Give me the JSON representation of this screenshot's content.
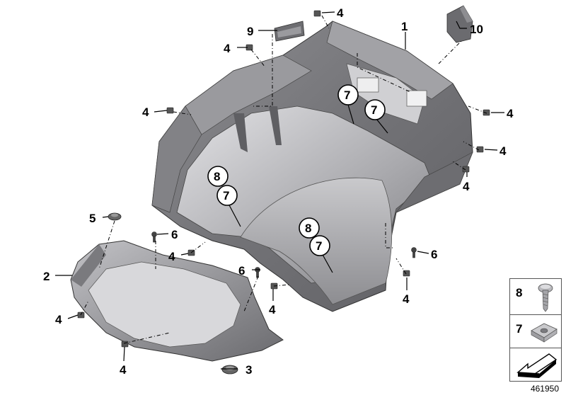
{
  "callouts": {
    "c1": "1",
    "c2": "2",
    "c3": "3",
    "c4a": "4",
    "c4b": "4",
    "c4c": "4",
    "c4d": "4",
    "c4e": "4",
    "c4f": "4",
    "c4g": "4",
    "c4h": "4",
    "c4i": "4",
    "c4j": "4",
    "c4k": "4",
    "c5": "5",
    "c6a": "6",
    "c6b": "6",
    "c6c": "6",
    "c7a": "7",
    "c7b": "7",
    "c7c": "7",
    "c7d": "7",
    "c8a": "8",
    "c8b": "8",
    "c9": "9",
    "c10": "10"
  },
  "legend": {
    "item8": "8",
    "item7": "7"
  },
  "diagram_code": "461950",
  "colors": {
    "part_dark": "#6f6f73",
    "part_mid": "#8d8d91",
    "part_light": "#b7b7bb",
    "part_highlight": "#d7d7da",
    "outline": "#000000"
  },
  "icons": [
    "screw-icon",
    "clip-nut-icon",
    "arrow-icon"
  ]
}
